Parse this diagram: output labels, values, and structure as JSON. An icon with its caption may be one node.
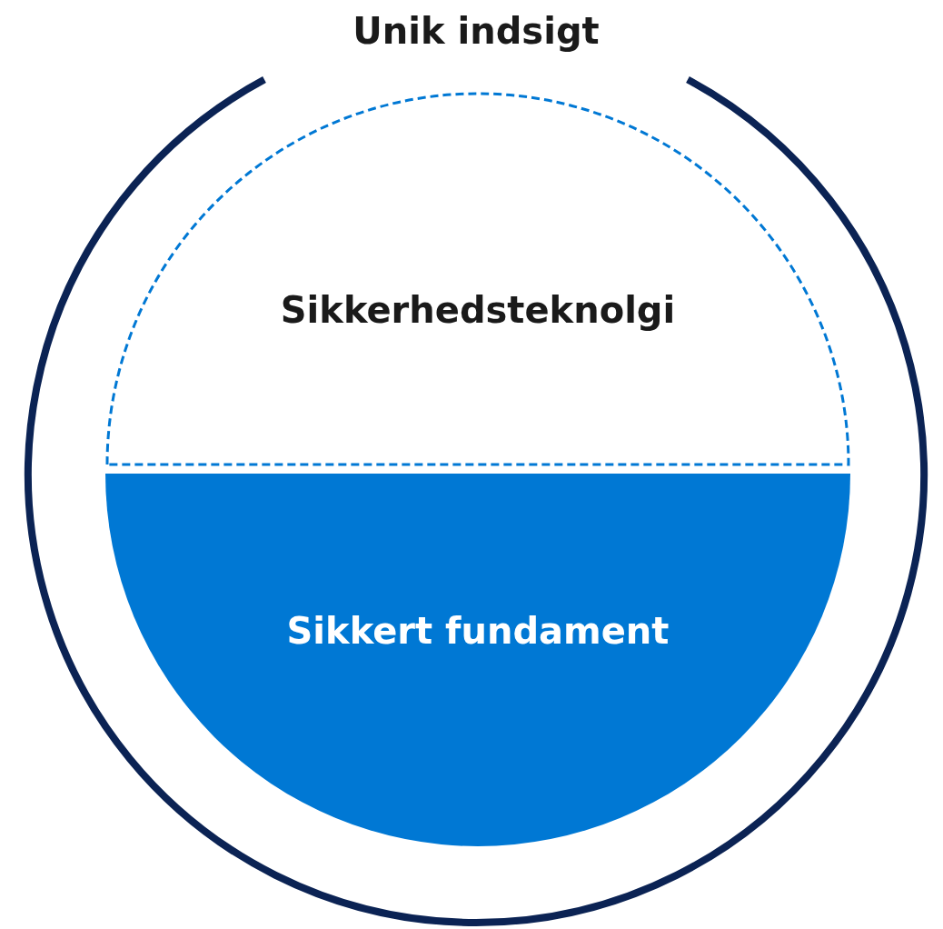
{
  "diagram": {
    "nodes": [
      {
        "text": [
          "Unik indsigt"
        ]
      },
      {
        "text": [
          "Sikkerhedsteknolgi"
        ],
        "in": 0
      },
      {
        "text": [
          "Sikkert fundament"
        ],
        "in": 0
      }
    ]
  }
}
